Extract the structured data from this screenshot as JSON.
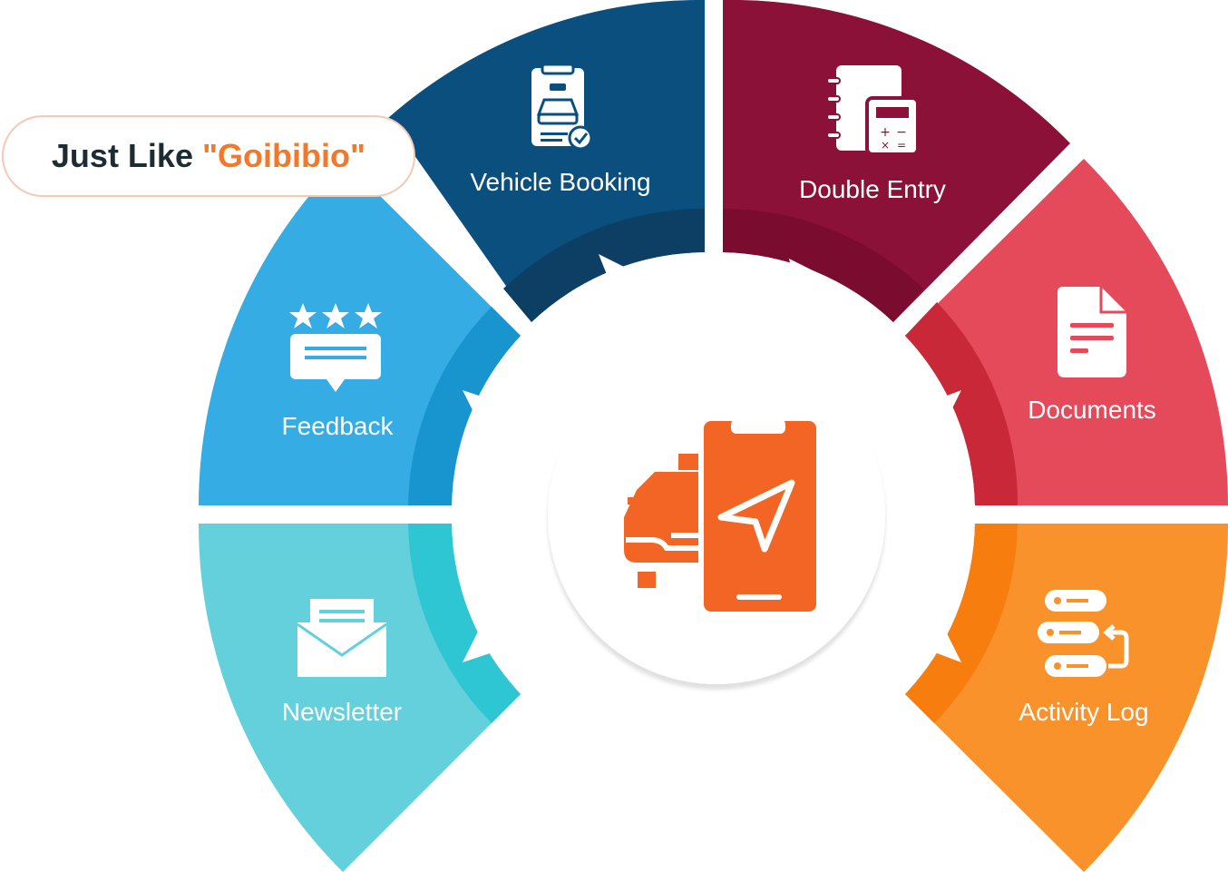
{
  "tagline": {
    "prefix": "Just Like",
    "brand": "\"Goibibio\""
  },
  "center": {
    "icon": "taxi-navigation-phone-icon"
  },
  "segments": [
    {
      "label": "Vehicle Booking",
      "icon": "taxi-booking-icon",
      "color": "#0a4f7e",
      "inner": "#0d3f64"
    },
    {
      "label": "Double Entry",
      "icon": "ledger-calculator-icon",
      "color": "#8c1139",
      "inner": "#7a0c30"
    },
    {
      "label": "Documents",
      "icon": "document-icon",
      "color": "#e44a5a",
      "inner": "#c92838"
    },
    {
      "label": "Activity Log",
      "icon": "activity-log-icon",
      "color": "#fa922c",
      "inner": "#f77d0f"
    },
    {
      "label": "Newsletter",
      "icon": "newsletter-envelope-icon",
      "color": "#63d0dc",
      "inner": "#2fc6d4"
    },
    {
      "label": "Feedback",
      "icon": "feedback-stars-icon",
      "color": "#35ace3",
      "inner": "#1894cf"
    }
  ]
}
